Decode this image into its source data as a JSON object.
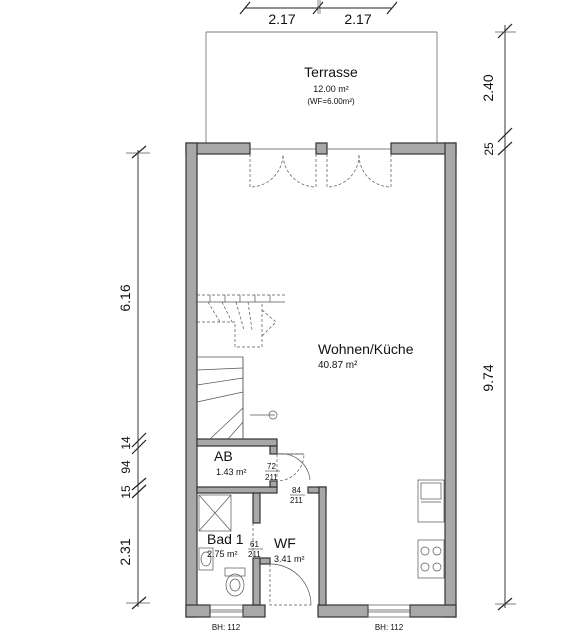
{
  "dimensions": {
    "top_left": "2.17",
    "top_right": "2.17",
    "left_upper": "6.16",
    "left_b": "14",
    "left_c": "94",
    "left_d": "15",
    "left_lower": "2.31",
    "right_upper": "2.40",
    "right_small": "25",
    "right_main": "9.74"
  },
  "rooms": {
    "terrace": {
      "name": "Terrasse",
      "area": "12.00 m²",
      "note": "(WF=6.00m²)"
    },
    "living": {
      "name": "Wohnen/Küche",
      "area": "40.87 m²"
    },
    "ab": {
      "name": "AB",
      "area": "1.43 m²"
    },
    "bath": {
      "name": "Bad 1",
      "area": "2.75 m²"
    },
    "wf": {
      "name": "WF",
      "area": "3.41 m²"
    }
  },
  "doors": {
    "ab_door": {
      "w": "72",
      "h": "211"
    },
    "wf_door": {
      "w": "84",
      "h": "211"
    },
    "bath_door": {
      "w": "61",
      "h": "211"
    }
  },
  "windows": {
    "left_sill": "BH: 112",
    "right_sill": "BH: 112"
  }
}
